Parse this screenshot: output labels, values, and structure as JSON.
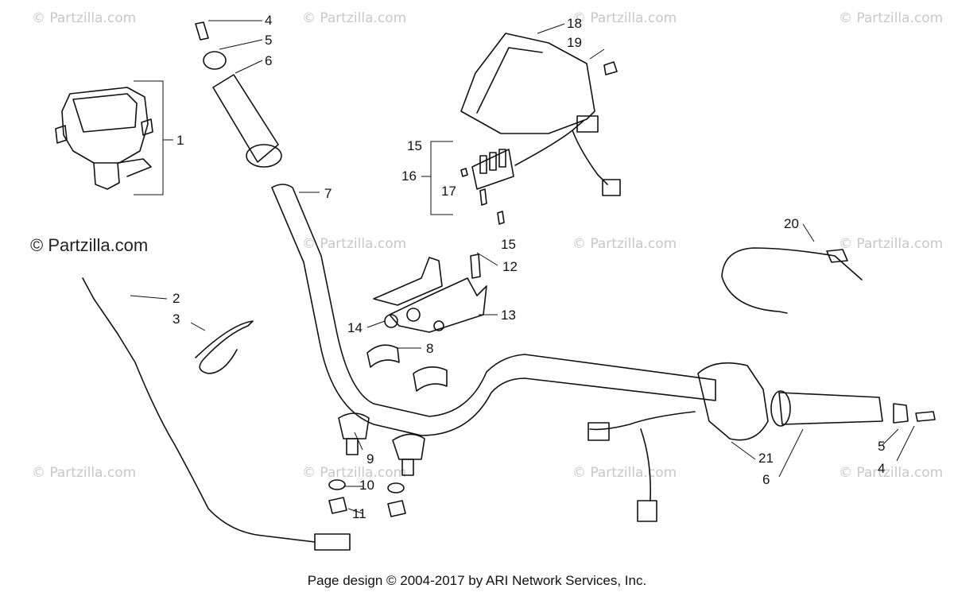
{
  "watermark": "© Partzilla.com",
  "footer": "Page design © 2004-2017 by ARI Network Services, Inc.",
  "callouts": [
    "1",
    "2",
    "3",
    "4",
    "5",
    "6",
    "7",
    "8",
    "9",
    "10",
    "11",
    "12",
    "13",
    "14",
    "15",
    "16",
    "17",
    "18",
    "19",
    "20",
    "21"
  ],
  "repeat_callouts": {
    "c4b": "4",
    "c5b": "5",
    "c6b": "6",
    "c15b": "15"
  }
}
